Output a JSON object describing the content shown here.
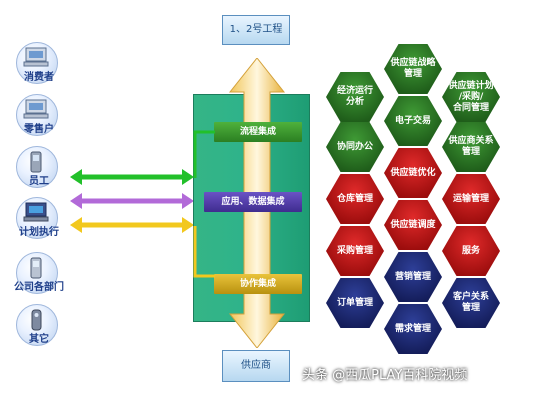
{
  "actors": [
    {
      "label": "消费者",
      "icon": "computer-icon"
    },
    {
      "label": "零售户",
      "icon": "computer-icon"
    },
    {
      "label": "员工",
      "icon": "phone-icon"
    },
    {
      "label": "计划执行",
      "icon": "computer-icon"
    },
    {
      "label": "公司各部门",
      "icon": "phone-icon"
    },
    {
      "label": "其它",
      "icon": "device-icon"
    }
  ],
  "top_box": "1、2号工程",
  "bottom_box": "供应商",
  "layers": [
    "流程集成",
    "应用、数据集成",
    "协作集成"
  ],
  "hexagons": [
    {
      "label": "供应链战略\n管理",
      "color": "green"
    },
    {
      "label": "经济运行\n分析",
      "color": "green"
    },
    {
      "label": "供应链计划\n/采购/\n合同管理",
      "color": "green"
    },
    {
      "label": "电子交易",
      "color": "green"
    },
    {
      "label": "协同办公",
      "color": "green"
    },
    {
      "label": "供应商关系管理",
      "color": "green"
    },
    {
      "label": "供应链优化",
      "color": "red"
    },
    {
      "label": "仓库管理",
      "color": "red"
    },
    {
      "label": "运输管理",
      "color": "red"
    },
    {
      "label": "供应链调度",
      "color": "red"
    },
    {
      "label": "采购管理",
      "color": "red"
    },
    {
      "label": "服务",
      "color": "red"
    },
    {
      "label": "营销管理",
      "color": "navy"
    },
    {
      "label": "订单管理",
      "color": "navy"
    },
    {
      "label": "客户关系\n管理",
      "color": "navy"
    },
    {
      "label": "需求管理",
      "color": "navy"
    }
  ],
  "colors": {
    "green_arrow": "#22c02a",
    "purple_arrow": "#b26ad8",
    "yellow_arrow": "#f2c81e",
    "panel": "#2fb38a",
    "hex_green": "#2e7d28",
    "hex_red": "#c81a1a",
    "hex_navy": "#1f2a7a"
  },
  "watermark": "头条 @西瓜PLAY百科院视频"
}
